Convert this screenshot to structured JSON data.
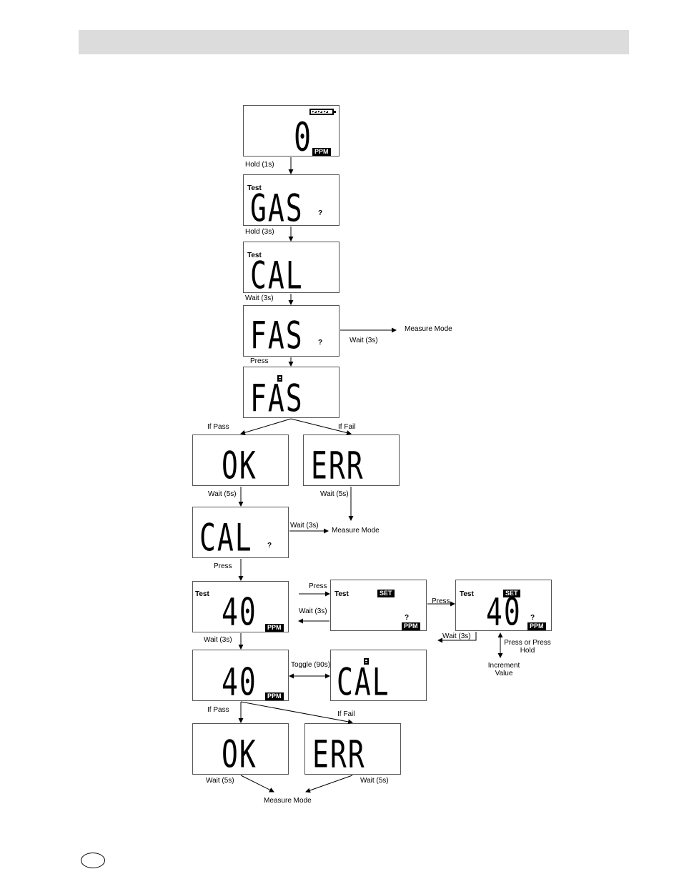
{
  "screens": {
    "s1": {
      "digits": "0",
      "unit": "PPM"
    },
    "s2": {
      "label": "Test",
      "digits": "GAS",
      "prompt": "?"
    },
    "s3": {
      "label": "Test",
      "digits": "CAL"
    },
    "s4": {
      "digits": "FAS",
      "prompt": "?"
    },
    "s5": {
      "digits": "FAS"
    },
    "s6": {
      "digits": "OK"
    },
    "s7": {
      "digits": "ERR"
    },
    "s8": {
      "digits": "CAL",
      "prompt": "?"
    },
    "s9": {
      "label": "Test",
      "digits": "40",
      "unit": "PPM"
    },
    "s10": {
      "label": "Test",
      "badge": "SET",
      "prompt": "?",
      "unit": "PPM"
    },
    "s11": {
      "label": "Test",
      "badge": "SET",
      "digits": "40",
      "prompt": "?",
      "unit": "PPM"
    },
    "s12": {
      "digits": "40",
      "unit": "PPM"
    },
    "s13": {
      "digits": "CAL"
    },
    "s14": {
      "digits": "OK"
    },
    "s15": {
      "digits": "ERR"
    }
  },
  "labels": {
    "hold1": "Hold (1s)",
    "hold3": "Hold (3s)",
    "wait3_a": "Wait (3s)",
    "wait3_b": "Wait (3s)",
    "measure_a": "Measure Mode",
    "press_a": "Press",
    "ifpass_a": "If Pass",
    "iffail_a": "If Fail",
    "wait5_a": "Wait (5s)",
    "wait5_b": "Wait (5s)",
    "wait3_c": "Wait (3s)",
    "measure_b": "Measure Mode",
    "press_b": "Press",
    "press_c": "Press",
    "wait3_d": "Wait (3s)",
    "press_d": "Press",
    "wait3_e": "Wait (3s)",
    "press_or_hold": "Press or Press\nHold",
    "increment": "Increment\nValue",
    "wait3_f": "Wait (3s)",
    "toggle": "Toggle (90s)",
    "ifpass_b": "If Pass",
    "iffail_b": "If Fail",
    "wait5_c": "Wait (5s)",
    "wait5_d": "Wait (5s)",
    "measure_c": "Measure Mode"
  }
}
